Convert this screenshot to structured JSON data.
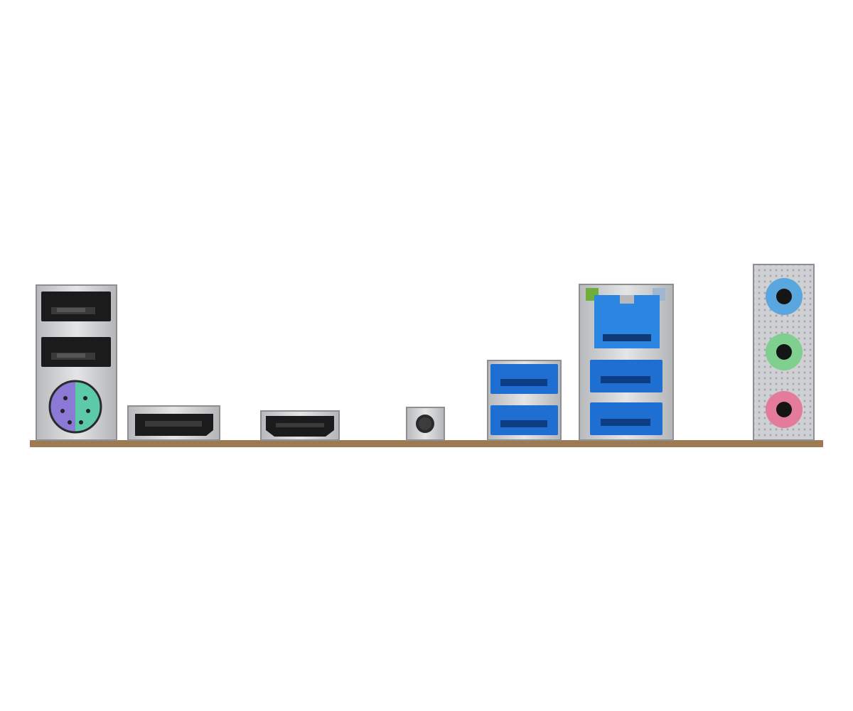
{
  "colors": {
    "background": "#ffffff",
    "pcb_edge": "#9c7a52",
    "metal_shield": "#c9cbce",
    "usb3_blue": "#1e6fd1",
    "rj45_blue": "#2a86e0",
    "ps2_purple": "#8a7ad6",
    "ps2_green": "#5cc9a8",
    "audio_blue": "#5aa7e0",
    "audio_green": "#7fcf8e",
    "audio_pink": "#e57b9a",
    "port_black": "#1b1b1b"
  },
  "ports": {
    "usb2_count": 2,
    "ps2_combo": 1,
    "displayport": 1,
    "hdmi": 1,
    "bios_flashback_button": 1,
    "usb3_count": 4,
    "lan": 1,
    "audio_jacks": 3
  },
  "icons": [
    "usb2-port-icon",
    "ps2-port-icon",
    "displayport-icon",
    "hdmi-icon",
    "button-icon",
    "usb3-port-icon",
    "rj45-icon",
    "audio-jack-icon"
  ]
}
